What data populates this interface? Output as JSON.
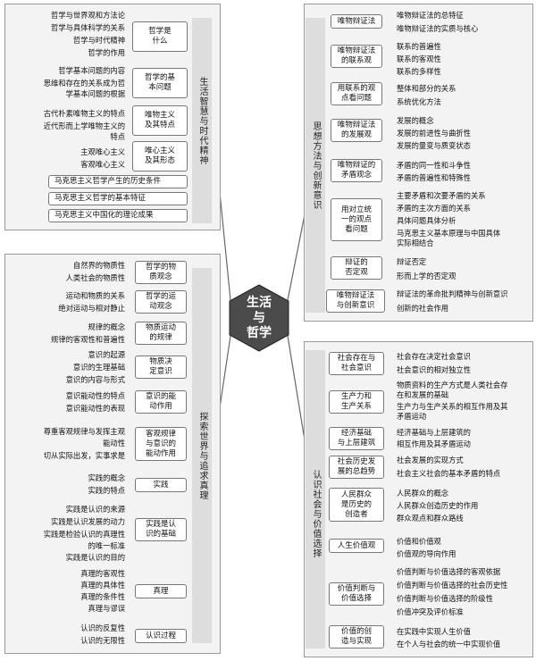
{
  "center": "生活\n与\n哲学",
  "units": {
    "u1": "生活智慧与时代精神",
    "u2": "探索世界与追求真理",
    "u3": "思想方法与创新意识",
    "u4": "认识社会与价值选择"
  },
  "tl": {
    "topics": [
      "哲学是\n什么",
      "哲学的基\n本问题",
      "唯物主义\n及其特点",
      "唯心主义\n及其形态"
    ],
    "leaves": [
      [
        "哲学与世界观和方法论",
        "哲学与具体科学的关系",
        "哲学与时代精神",
        "哲学的作用"
      ],
      [
        "哲学基本问题的内容",
        "思维和存在的关系成为哲",
        "学基本问题的根据"
      ],
      [
        "古代朴素唯物主义的特点",
        "近代形而上学唯物主义的",
        "特点"
      ],
      [
        "主观唯心主义",
        "客观唯心主义"
      ]
    ],
    "wide": [
      "马克思主义哲学产生的历史条件",
      "马克思主义哲学的基本特征",
      "马克思主义中国化的理论成果"
    ]
  },
  "bl": {
    "topics": [
      "哲学的物\n质观念",
      "哲学的运\n动观念",
      "物质运动\n的规律",
      "物质决\n定意识",
      "意识的能\n动作用",
      "客观规律\n与意识的\n能动作用",
      "实践",
      "实践是认\n识的基础",
      "真理",
      "认识过程"
    ],
    "leaves": [
      [
        "自然界的物质性",
        "人类社会的物质性"
      ],
      [
        "运动和物质的关系",
        "绝对运动与相对静止"
      ],
      [
        "规律的概念",
        "规律的客观性和普遍性"
      ],
      [
        "意识的起源",
        "意识的生理基础",
        "意识的内容与形式"
      ],
      [
        "意识能动性的特点",
        "意识能动性的表现"
      ],
      [
        "尊重客观规律与发挥主观",
        "能动性",
        "切从实际出发，实事求是"
      ],
      [
        "实践的概念",
        "实践的特点"
      ],
      [
        "实践是认识的来源",
        "实践是认识发展的动力",
        "实践是检验认识的真理性",
        "的唯一标准",
        "实践是认识的目的"
      ],
      [
        "真理的客观性",
        "真理的具体性",
        "真理的条件性",
        "真理与谬误"
      ],
      [
        "认识的反复性",
        "认识的无限性"
      ]
    ]
  },
  "tr": {
    "topics": [
      "唯物辩证法",
      "唯物辩证法\n的联系观",
      "用联系的观\n点看问题",
      "唯物辩证法\n的发展观",
      "唯物辩证的\n矛盾观念",
      "用对立统\n一的观点\n看问题",
      "辩证的\n否定观",
      "唯物辩证法\n与创新意识"
    ],
    "leaves": [
      [
        "唯物辩证法的总特征",
        "唯物辩证法的实质与核心"
      ],
      [
        "联系的普遍性",
        "联系的客观性",
        "联系的多样性"
      ],
      [
        "整体和部分的关系",
        "系统优化方法"
      ],
      [
        "发展的概念",
        "发展的前进性与曲折性",
        "发展的量变与质变状态"
      ],
      [
        "矛盾的同一性和斗争性",
        "矛盾的普遍性和特殊性"
      ],
      [
        "主要矛盾和次要矛盾的关系",
        "矛盾的主次方面的关系",
        "具体问题具体分析",
        "马克思主义基本原理与中国具体\n实际相结合"
      ],
      [
        "辩证否定",
        "形而上学的否定观"
      ],
      [
        "辩证法的革命批判精神与创新意识",
        "创新的社会作用"
      ]
    ]
  },
  "br": {
    "topics": [
      "社会存在与\n社会意识",
      "生产力和\n生产关系",
      "经济基础\n与上层建筑",
      "社会历史发\n展的总趋势",
      "人民群众\n是历史的\n创造者",
      "人生价值观",
      "价值判断与\n价值选择",
      "价值的创\n造与实现"
    ],
    "leaves": [
      [
        "社会存在决定社会意识",
        "社会意识的相对独立性"
      ],
      [
        "物质资料的生产方式是人类社会存\n在和发展的基础",
        "生产力与生产关系的相互作用及其\n矛盾运动"
      ],
      [
        "经济基础与上层建筑的",
        "相互作用及其矛盾运动"
      ],
      [
        "社会发展的实现方式",
        "社会主义社会的基本矛盾的特点"
      ],
      [
        "人民群众的概念",
        "人民群众创造历史的作用",
        "群众观点和群众路线"
      ],
      [
        "价值和价值观",
        "价值观的导向作用"
      ],
      [
        "价值判断与价值选择的客观依据",
        "价值判断与价值选择的社会历史性",
        "价值判断与价值选择的阶级性",
        "价值冲突及评价标准"
      ],
      [
        "在实践中实现人生价值",
        "在个人与社会的统一中实现价值"
      ]
    ]
  }
}
